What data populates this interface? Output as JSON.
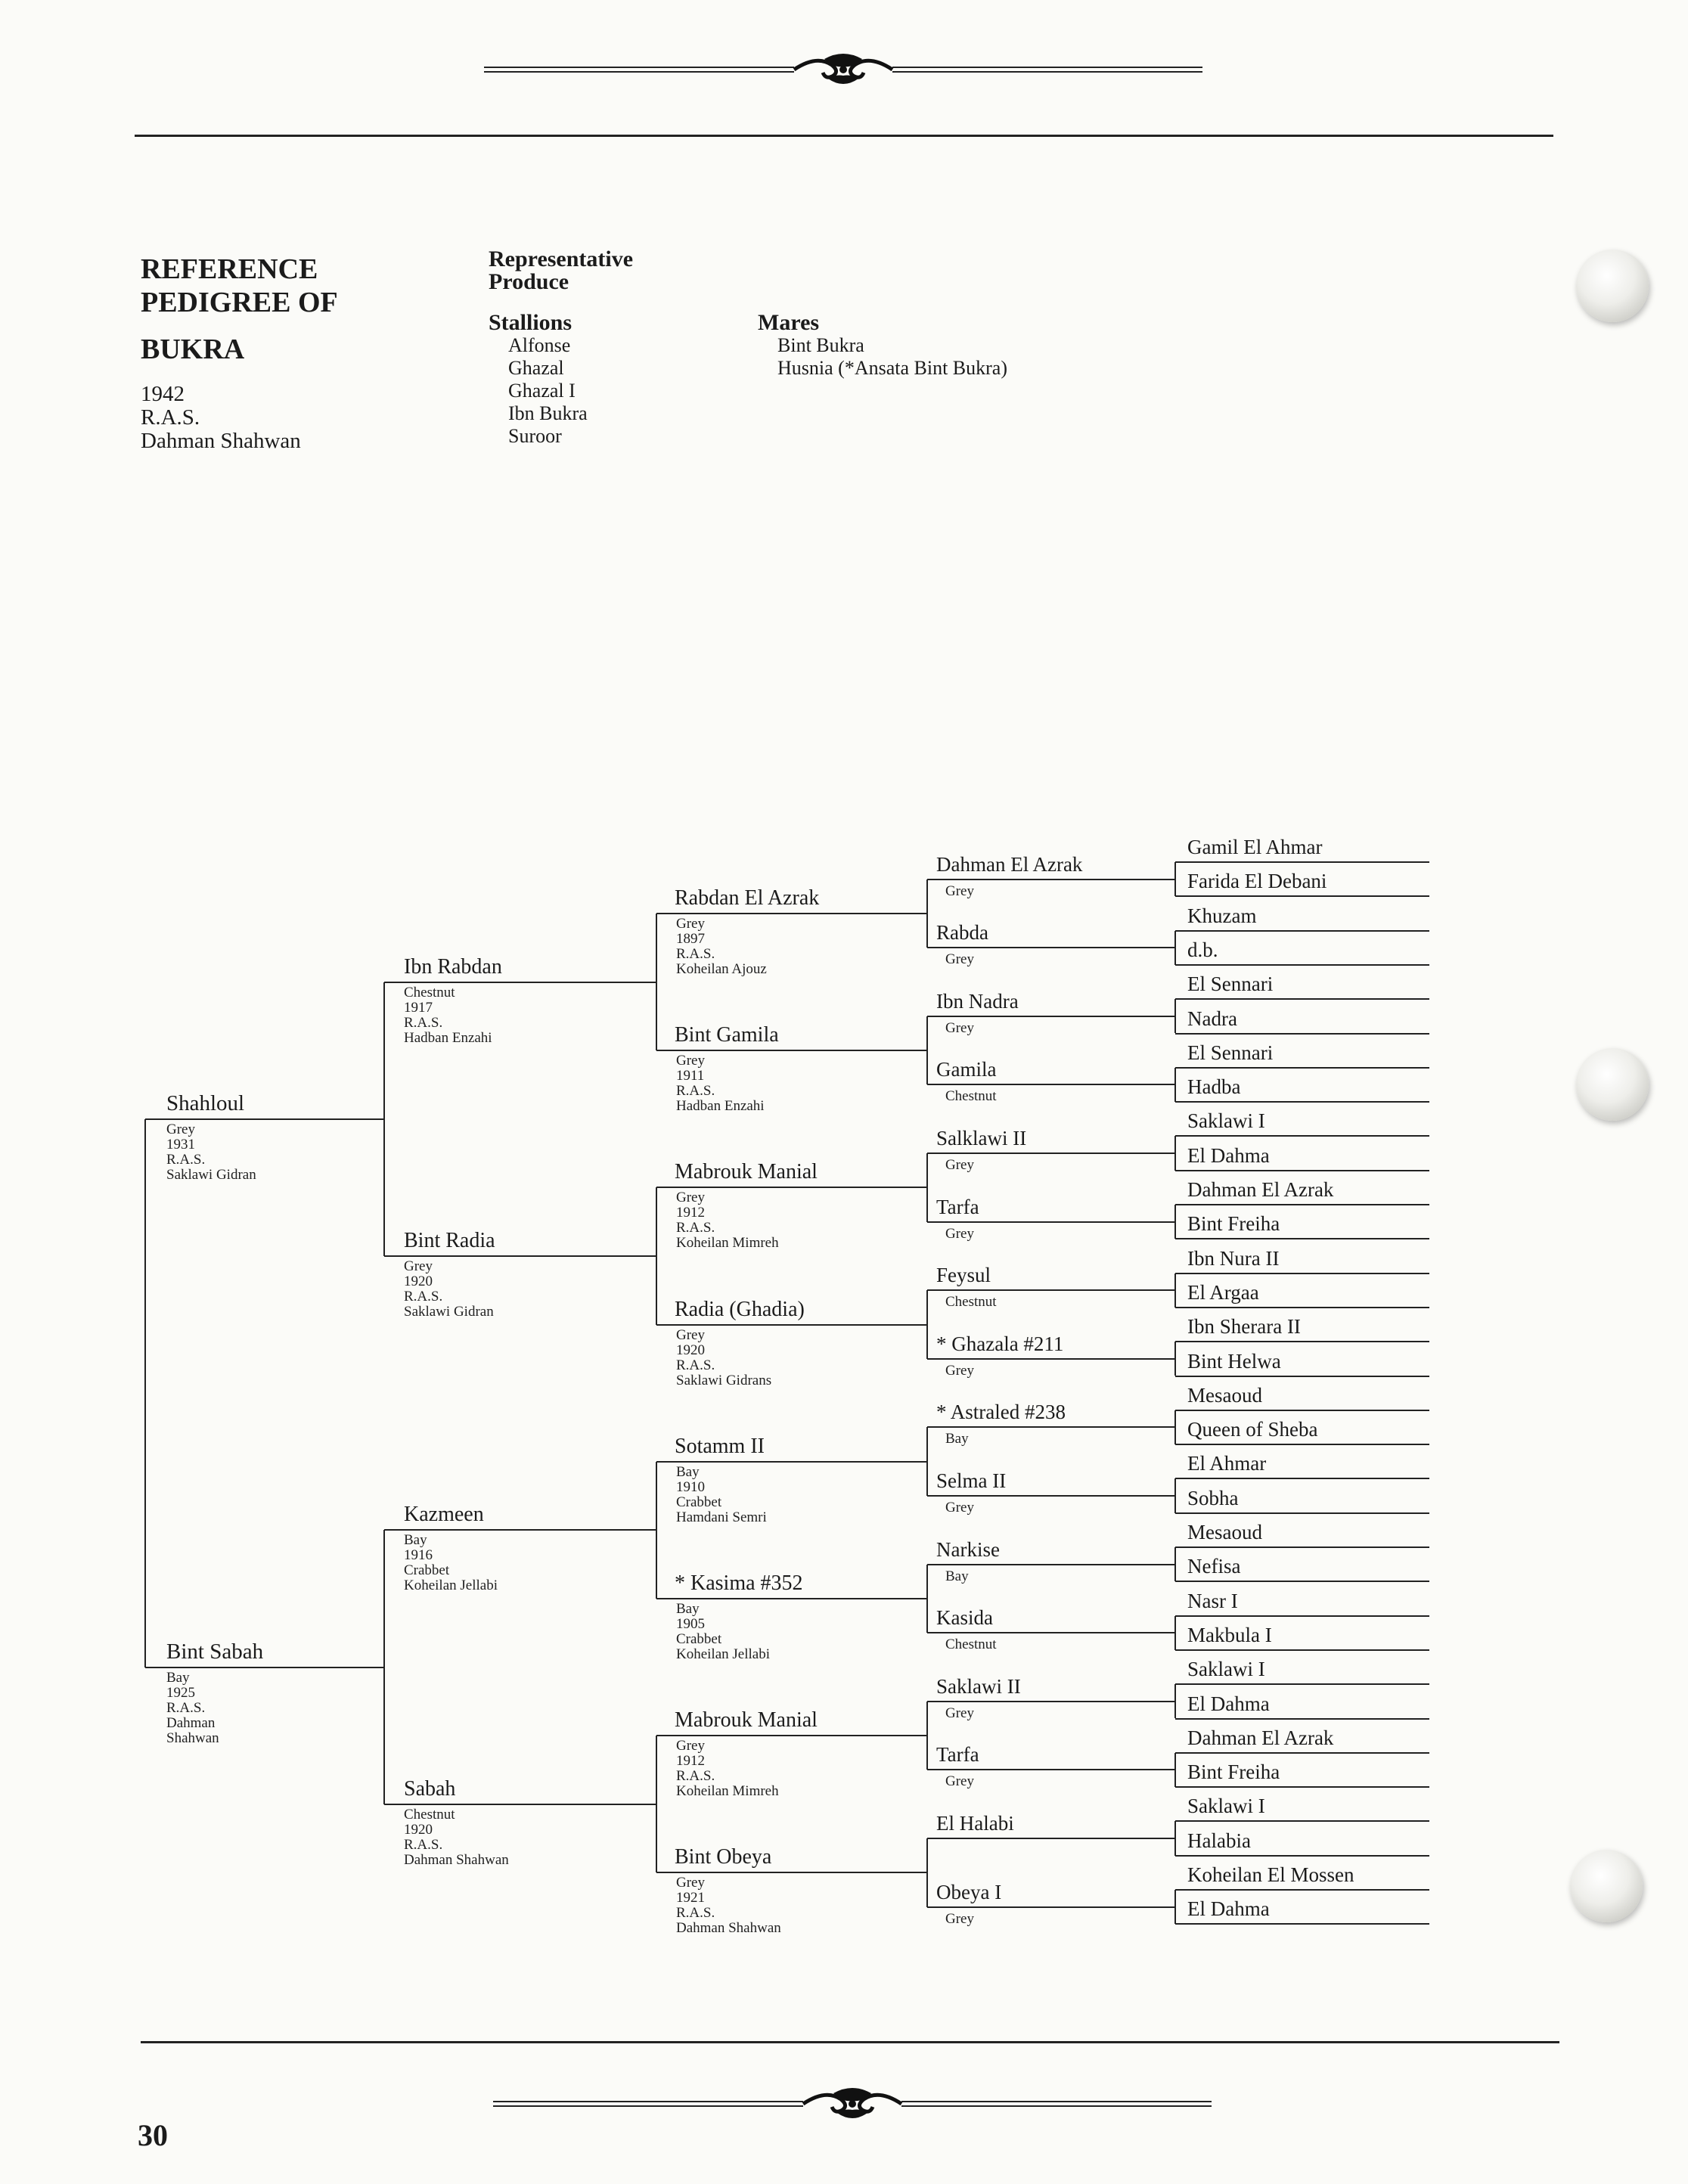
{
  "header": {
    "title_line1": "REFERENCE",
    "title_line2": "PEDIGREE OF",
    "horse_name": "BUKRA",
    "year": "1942",
    "breeder": "R.A.S.",
    "strain": "Dahman Shahwan"
  },
  "produce": {
    "heading_line1": "Representative",
    "heading_line2": "Produce",
    "stallions_heading": "Stallions",
    "stallions": [
      "Alfonse",
      "Ghazal",
      "Ghazal I",
      "Ibn Bukra",
      "Suroor"
    ],
    "mares_heading": "Mares",
    "mares": [
      "Bint Bukra",
      "Husnia (*Ansata Bint Bukra)"
    ]
  },
  "pedigree": {
    "gen1": [
      {
        "name": "Shahloul",
        "details": [
          "Grey",
          "1931",
          "R.A.S.",
          "Saklawi Gidran"
        ]
      },
      {
        "name": "Bint Sabah",
        "details": [
          "Bay",
          "1925",
          "R.A.S.",
          "Dahman",
          "Shahwan"
        ]
      }
    ],
    "gen2": [
      {
        "name": "Ibn Rabdan",
        "details": [
          "Chestnut",
          "1917",
          "R.A.S.",
          "Hadban Enzahi"
        ]
      },
      {
        "name": "Bint Radia",
        "details": [
          "Grey",
          "1920",
          "R.A.S.",
          "Saklawi Gidran"
        ]
      },
      {
        "name": "Kazmeen",
        "details": [
          "Bay",
          "1916",
          "Crabbet",
          "Koheilan Jellabi"
        ]
      },
      {
        "name": "Sabah",
        "details": [
          "Chestnut",
          "1920",
          "R.A.S.",
          "Dahman Shahwan"
        ]
      }
    ],
    "gen3": [
      {
        "name": "Rabdan El Azrak",
        "details": [
          "Grey",
          "1897",
          "R.A.S.",
          "Koheilan Ajouz"
        ]
      },
      {
        "name": "Bint Gamila",
        "details": [
          "Grey",
          "1911",
          "R.A.S.",
          "Hadban Enzahi"
        ]
      },
      {
        "name": "Mabrouk Manial",
        "details": [
          "Grey",
          "1912",
          "R.A.S.",
          "Koheilan Mimreh"
        ]
      },
      {
        "name": "Radia (Ghadia)",
        "details": [
          "Grey",
          "1920",
          "R.A.S.",
          "Saklawi Gidrans"
        ]
      },
      {
        "name": "Sotamm II",
        "details": [
          "Bay",
          "1910",
          "Crabbet",
          "Hamdani Semri"
        ]
      },
      {
        "name": "* Kasima #352",
        "details": [
          "Bay",
          "1905",
          "Crabbet",
          "Koheilan Jellabi"
        ]
      },
      {
        "name": "Mabrouk Manial",
        "details": [
          "Grey",
          "1912",
          "R.A.S.",
          "Koheilan Mimreh"
        ]
      },
      {
        "name": "Bint Obeya",
        "details": [
          "Grey",
          "1921",
          "R.A.S.",
          "Dahman Shahwan"
        ]
      }
    ],
    "gen4": [
      {
        "name": "Dahman El Azrak",
        "color": "Grey"
      },
      {
        "name": "Rabda",
        "color": "Grey"
      },
      {
        "name": "Ibn Nadra",
        "color": "Grey"
      },
      {
        "name": "Gamila",
        "color": "Chestnut"
      },
      {
        "name": "Salklawi II",
        "color": "Grey"
      },
      {
        "name": "Tarfa",
        "color": "Grey"
      },
      {
        "name": "Feysul",
        "color": "Chestnut"
      },
      {
        "name": "* Ghazala #211",
        "color": "Grey"
      },
      {
        "name": "* Astraled #238",
        "color": "Bay"
      },
      {
        "name": "Selma II",
        "color": "Grey"
      },
      {
        "name": "Narkise",
        "color": "Bay"
      },
      {
        "name": "Kasida",
        "color": "Chestnut"
      },
      {
        "name": "Saklawi II",
        "color": "Grey"
      },
      {
        "name": "Tarfa",
        "color": "Grey"
      },
      {
        "name": "El Halabi",
        "color": ""
      },
      {
        "name": "Obeya I",
        "color": "Grey"
      }
    ],
    "gen5": [
      "Gamil El Ahmar",
      "Farida El Debani",
      "Khuzam",
      "d.b.",
      "El Sennari",
      "Nadra",
      "El Sennari",
      "Hadba",
      "Saklawi I",
      "El Dahma",
      "Dahman El Azrak",
      "Bint Freiha",
      "Ibn Nura II",
      "El Argaa",
      "Ibn Sherara II",
      "Bint Helwa",
      "Mesaoud",
      "Queen of Sheba",
      "El Ahmar",
      "Sobha",
      "Mesaoud",
      "Nefisa",
      "Nasr I",
      "Makbula I",
      "Saklawi I",
      "El Dahma",
      "Dahman El Azrak",
      "Bint Freiha",
      "Saklawi I",
      "Halabia",
      "Koheilan El Mossen",
      "El Dahma"
    ]
  },
  "footer": {
    "page_number": "30"
  }
}
